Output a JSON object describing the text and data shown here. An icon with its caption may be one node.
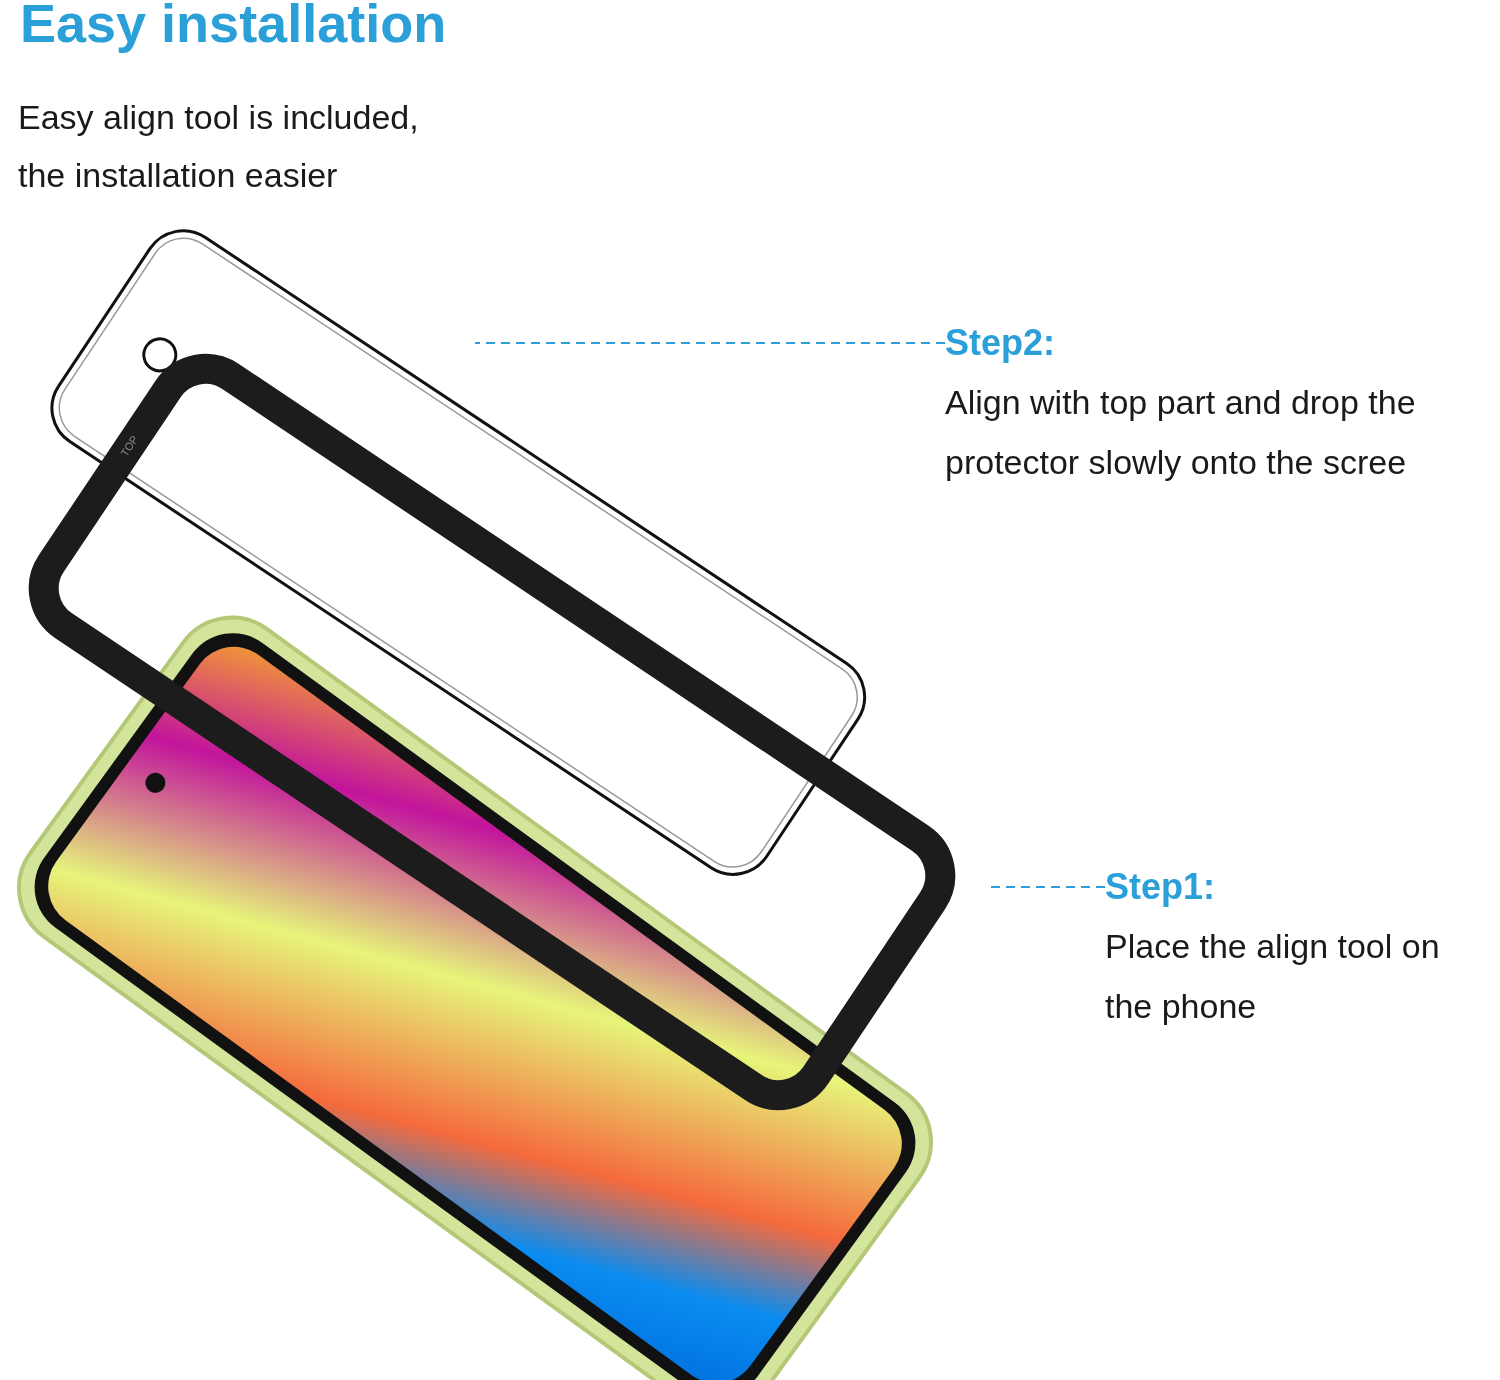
{
  "diagram": {
    "title": "Easy installation",
    "nodes": [
      {
        "text": [],
        "shape": "picture"
      },
      {
        "text": [],
        "shape": "picture"
      },
      {
        "text": [
          "Step2:",
          "Align with top part and drop the protector slowly onto the scree"
        ]
      },
      {
        "text": [
          "Step1:",
          "Place the align tool on the phone"
        ]
      }
    ],
    "edges": [
      {
        "from": 2,
        "to": 0,
        "arrow": "none",
        "style": "dashed",
        "color": "#2a9fd8"
      },
      {
        "from": 3,
        "to": 1,
        "arrow": "none",
        "style": "dashed",
        "color": "#2a9fd8"
      }
    ],
    "labels": [
      "Easy align tool is included, the installation easier",
      "TOP"
    ]
  }
}
